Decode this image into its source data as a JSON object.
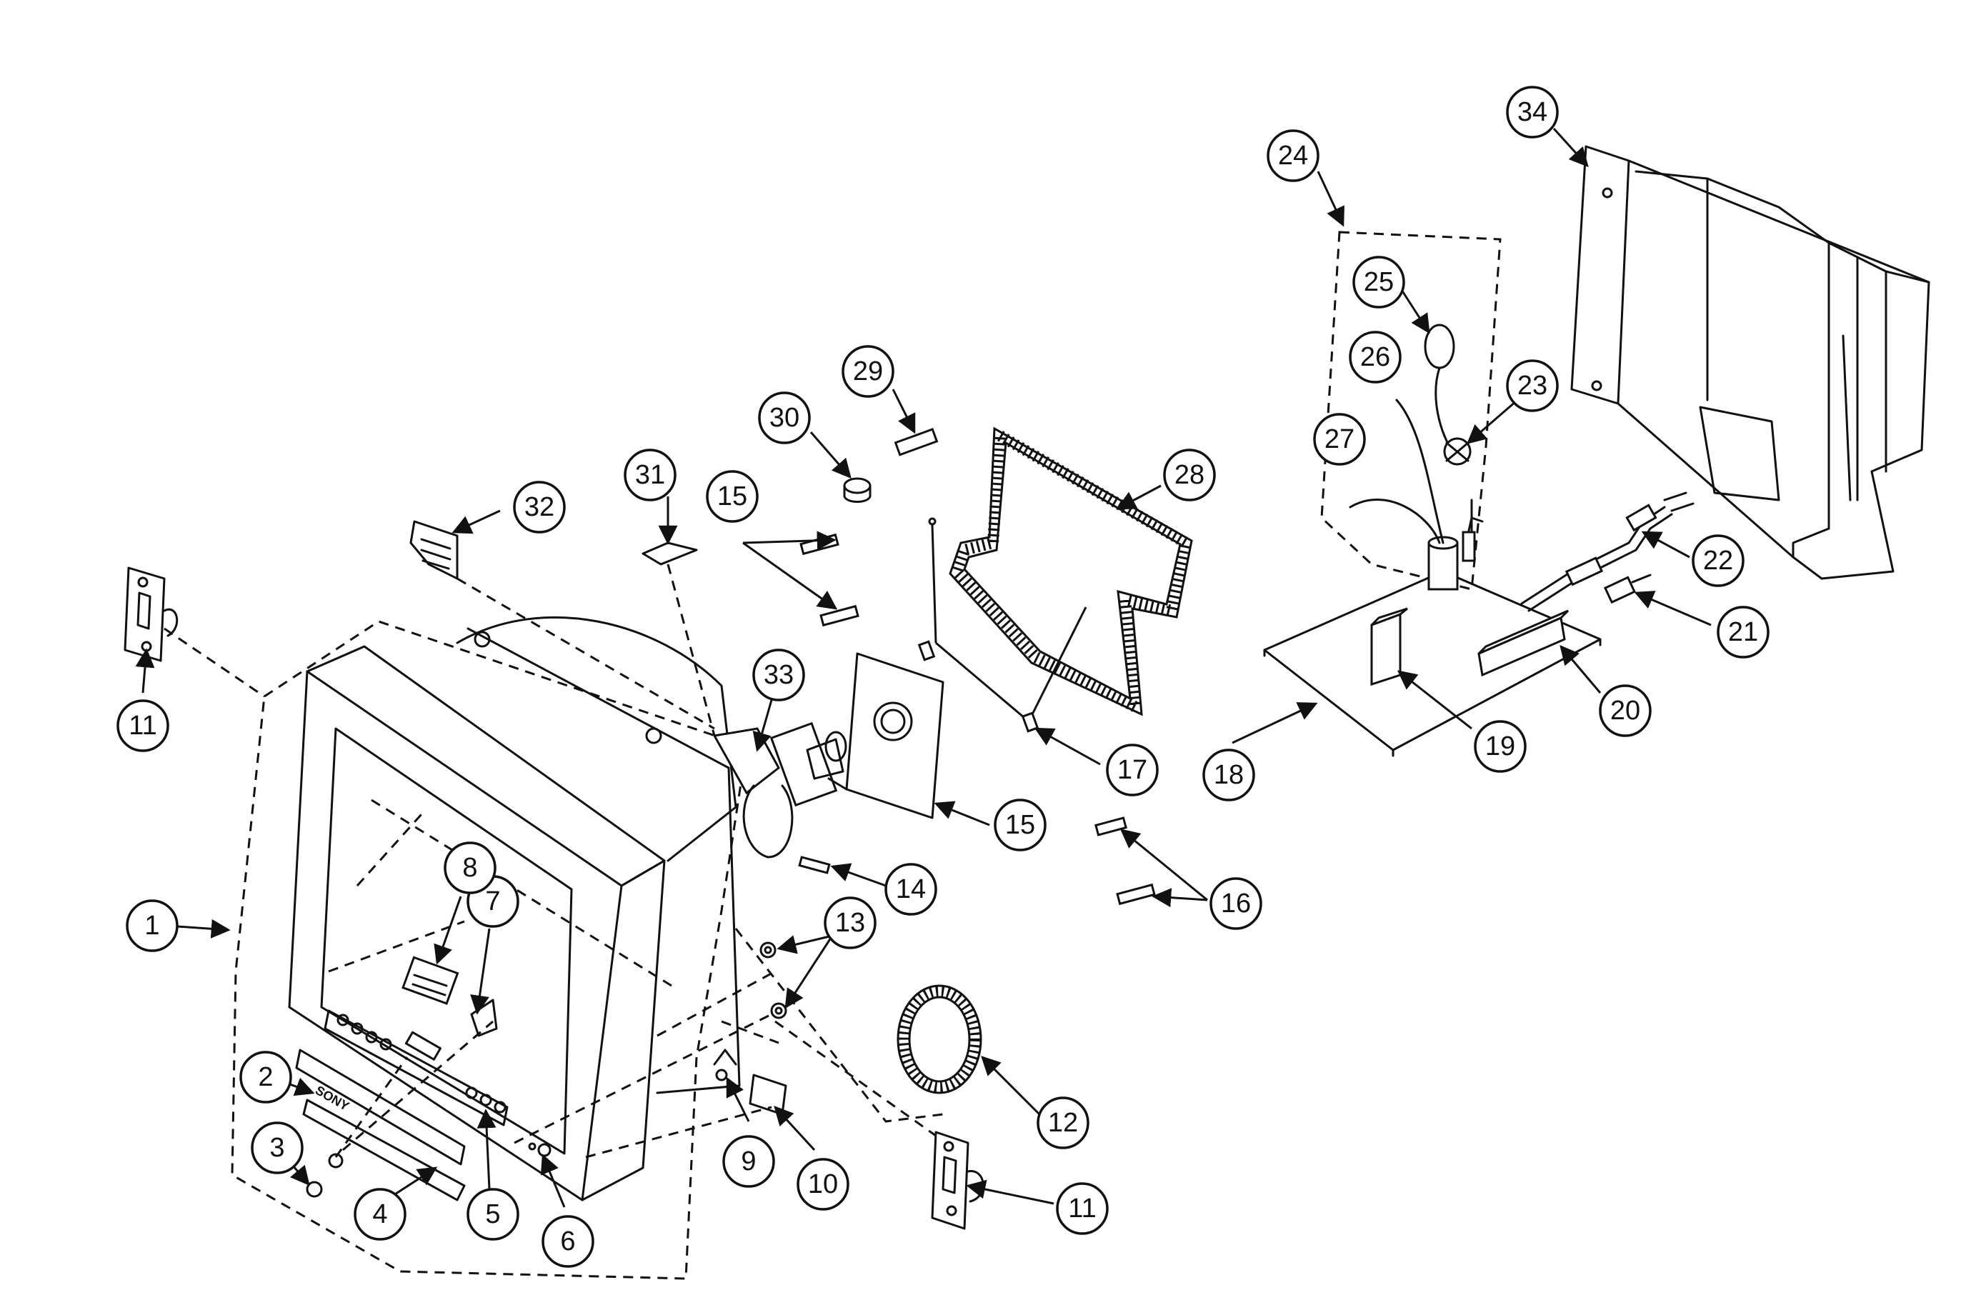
{
  "brand": "SONY",
  "callouts": [
    "1",
    "2",
    "3",
    "4",
    "5",
    "6",
    "7",
    "8",
    "9",
    "10",
    "11",
    "11",
    "12",
    "13",
    "14",
    "15",
    "15",
    "16",
    "17",
    "18",
    "19",
    "20",
    "21",
    "22",
    "23",
    "24",
    "25",
    "26",
    "27",
    "28",
    "29",
    "30",
    "31",
    "32",
    "33",
    "34"
  ]
}
